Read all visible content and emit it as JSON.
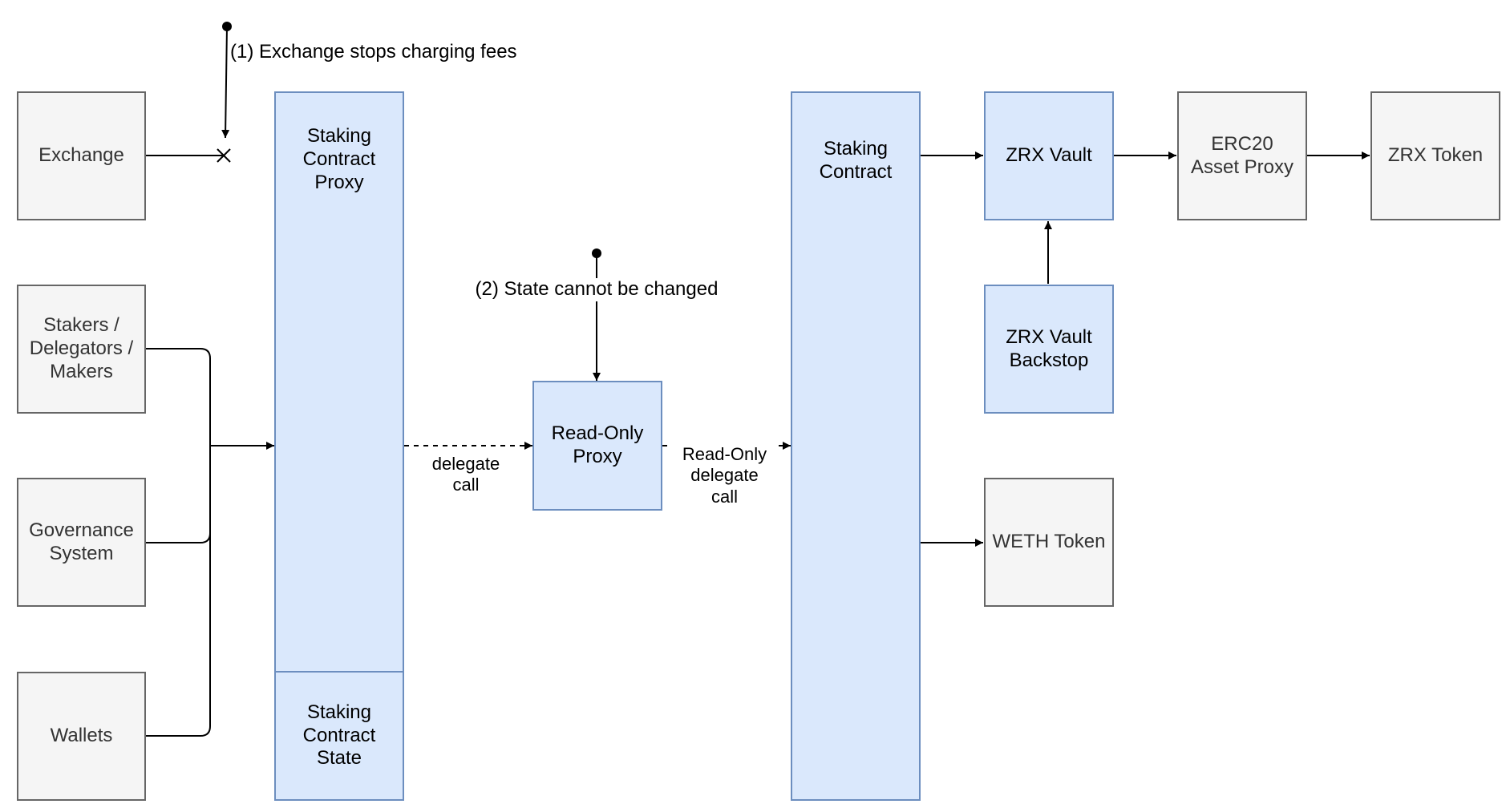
{
  "colors": {
    "gray_fill": "#f5f5f5",
    "gray_border": "#666666",
    "blue_fill": "#dae8fc",
    "blue_border": "#6c8ebf",
    "text": "#333333",
    "line": "#000000"
  },
  "nodes": {
    "exchange": "Exchange",
    "stakers": "Stakers /\nDelegators /\nMakers",
    "governance": "Governance\nSystem",
    "wallets": "Wallets",
    "staking_proxy": "Staking\nContract\nProxy",
    "staking_state": "Staking\nContract\nState",
    "readonly_proxy": "Read-Only\nProxy",
    "staking_contract": "Staking\nContract",
    "zrx_vault": "ZRX Vault",
    "zrx_vault_backstop": "ZRX Vault\nBackstop",
    "erc20_proxy": "ERC20\nAsset Proxy",
    "zrx_token": "ZRX Token",
    "weth_token": "WETH Token"
  },
  "edge_labels": {
    "delegate_call": "delegate\ncall",
    "readonly_delegate_call": "Read-Only\ndelegate\ncall"
  },
  "annotations": {
    "note1": "(1) Exchange stops charging fees",
    "note2": "(2) State cannot be changed"
  }
}
